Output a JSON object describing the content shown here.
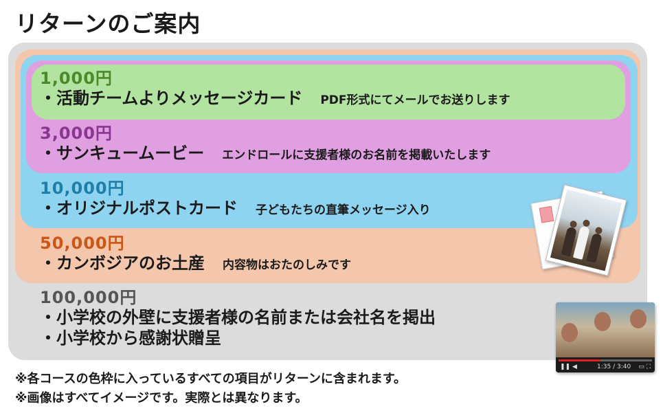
{
  "title": "リターンのご案内",
  "colors": {
    "outer_gray": "#dcdcdc",
    "orange": "#f4c6ac",
    "blue": "#8ed3ef",
    "pink": "#df9fe0",
    "green": "#b3e3a0",
    "price_green": "#4a8a2a",
    "price_purple": "#8a3590",
    "price_blue": "#1f7fa8",
    "price_orange": "#c8581a",
    "price_gray": "#555555"
  },
  "tiers": [
    {
      "price": "1,000円",
      "items": [
        "・活動チームよりメッセージカード"
      ],
      "note": "PDF形式にてメールでお送りします"
    },
    {
      "price": "3,000円",
      "items": [
        "・サンキュームービー"
      ],
      "note": "エンドロールに支援者様のお名前を掲載いたします"
    },
    {
      "price": "10,000円",
      "items": [
        "・オリジナルポストカード"
      ],
      "note": "子どもたちの直筆メッセージ入り"
    },
    {
      "price": "50,000円",
      "items": [
        "・カンボジアのお土産"
      ],
      "note": "内容物はおたのしみです"
    },
    {
      "price": "100,000円",
      "items": [
        "・小学校の外壁に支援者様の名前または会社名を掲出",
        "・小学校から感謝状贈呈"
      ]
    }
  ],
  "footnotes": [
    "※各コースの色枠に入っているすべての項目がリターンに含まれます。",
    "※画像はすべてイメージです。実際とは異なります。"
  ],
  "video": {
    "time": "1:35 / 3:40",
    "progress": 0.45
  },
  "icons": {
    "postcard": "postcard-photo",
    "video": "video-player"
  }
}
